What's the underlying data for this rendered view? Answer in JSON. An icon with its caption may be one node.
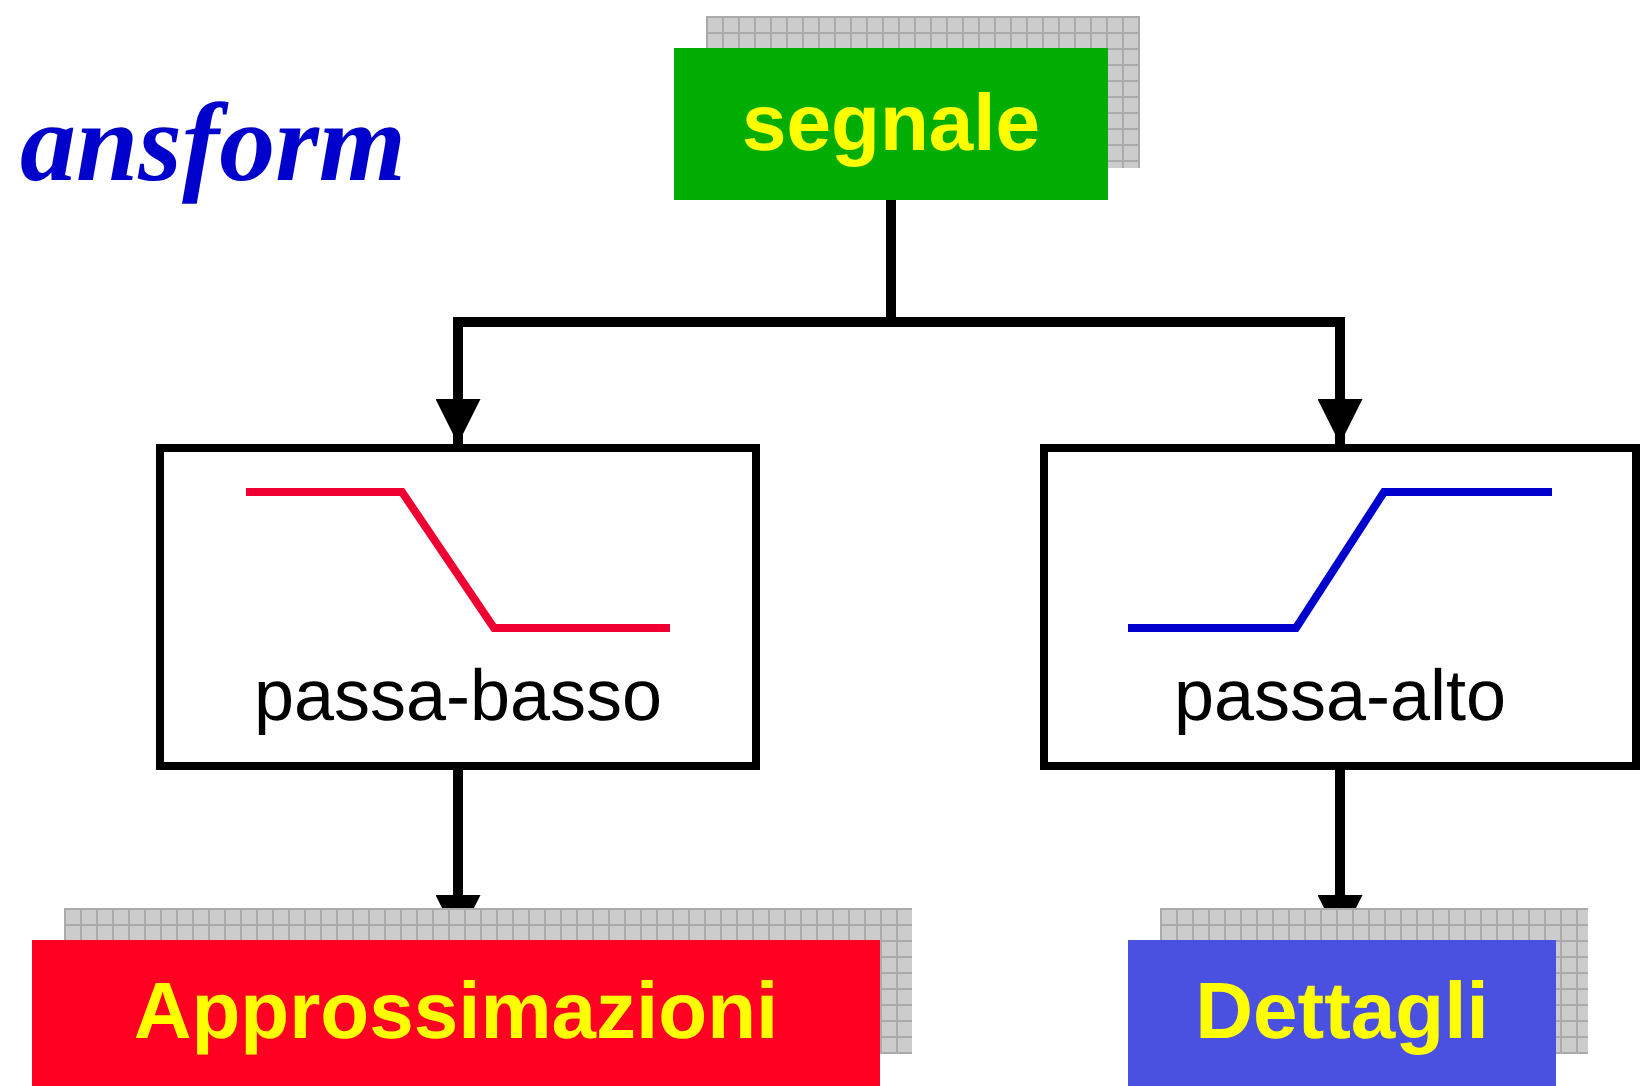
{
  "diagram": {
    "title": "ansform",
    "nodes": [
      {
        "text": [
          "segnale"
        ]
      },
      {
        "text": [
          "passa-basso"
        ]
      },
      {
        "text": [
          "passa-alto"
        ]
      },
      {
        "text": [
          "Approssimazioni"
        ]
      },
      {
        "text": [
          "Dettagli"
        ]
      }
    ],
    "edges": [
      {
        "from": 0,
        "to": 1,
        "arrow": "to"
      },
      {
        "from": 0,
        "to": 2,
        "arrow": "to"
      },
      {
        "from": 1,
        "to": 3,
        "arrow": "to"
      },
      {
        "from": 2,
        "to": 4,
        "arrow": "to"
      }
    ]
  }
}
